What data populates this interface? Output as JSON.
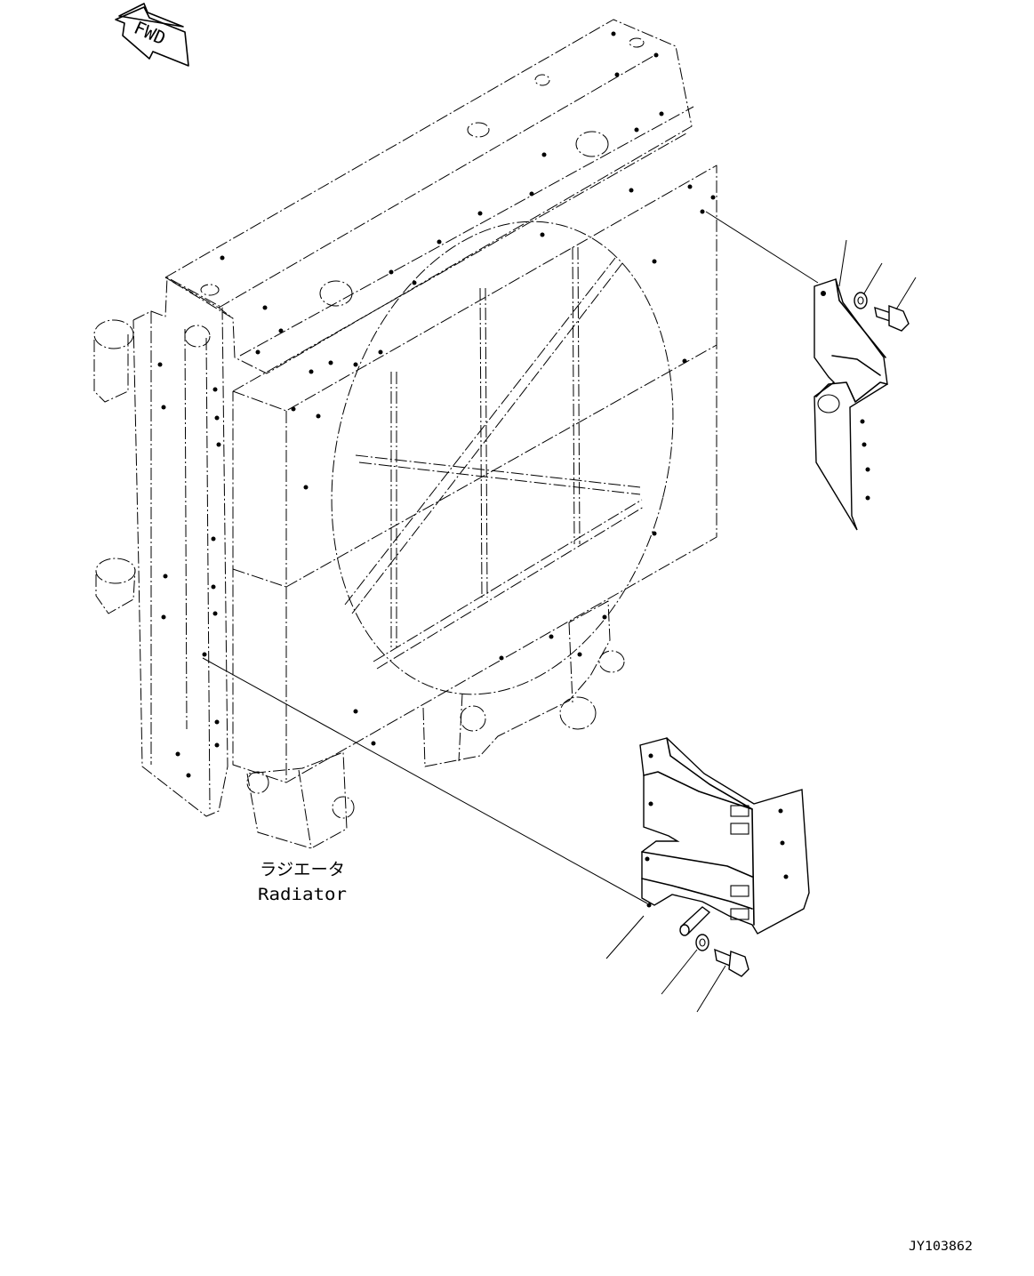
{
  "fwd_label": "FWD",
  "radiator": {
    "label_jp": "ラジエータ",
    "label_en": "Radiator"
  },
  "drawing_code": "JY103862"
}
